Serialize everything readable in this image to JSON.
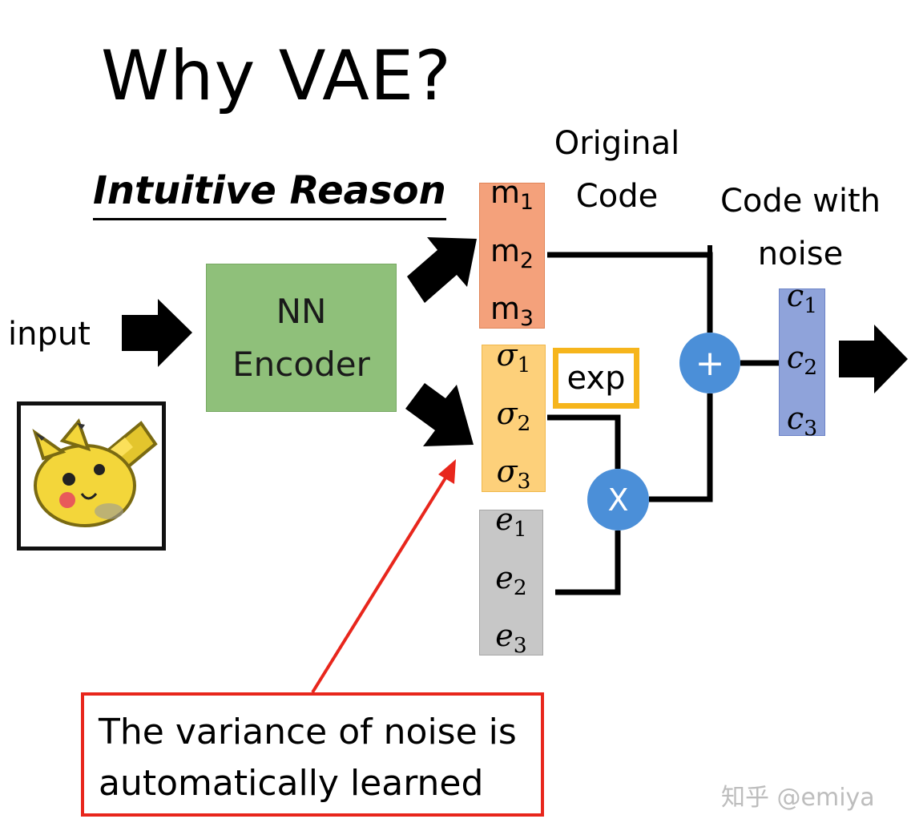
{
  "title": "Why VAE?",
  "subtitle": "Intuitive Reason",
  "input_label": "input",
  "encoder": {
    "line1": "NN",
    "line2": "Encoder"
  },
  "original_code": {
    "line1": "Original",
    "line2": "Code"
  },
  "code_with_noise": {
    "line1": "Code with",
    "line2": "noise"
  },
  "means": [
    {
      "base": "m",
      "sub": "1"
    },
    {
      "base": "m",
      "sub": "2"
    },
    {
      "base": "m",
      "sub": "3"
    }
  ],
  "sigmas": [
    {
      "base": "σ",
      "sub": "1"
    },
    {
      "base": "σ",
      "sub": "2"
    },
    {
      "base": "σ",
      "sub": "3"
    }
  ],
  "noise": [
    {
      "base": "e",
      "sub": "1"
    },
    {
      "base": "e",
      "sub": "2"
    },
    {
      "base": "e",
      "sub": "3"
    }
  ],
  "codes": [
    {
      "base": "c",
      "sub": "1"
    },
    {
      "base": "c",
      "sub": "2"
    },
    {
      "base": "c",
      "sub": "3"
    }
  ],
  "exp_label": "exp",
  "plus_op": "+",
  "times_op": "X",
  "note": {
    "line1": "The variance of noise is",
    "line2": "automatically learned"
  },
  "watermark": "知乎 @emiya",
  "colors": {
    "encoder": "#8fc07a",
    "mean_vector": "#f4a17b",
    "sigma_vector": "#fdd07a",
    "noise_vector": "#c7c7c7",
    "code_vector": "#8fa3da",
    "operator": "#4b8fd8",
    "exp_border": "#f6b51c",
    "note_border": "#e8261c"
  }
}
